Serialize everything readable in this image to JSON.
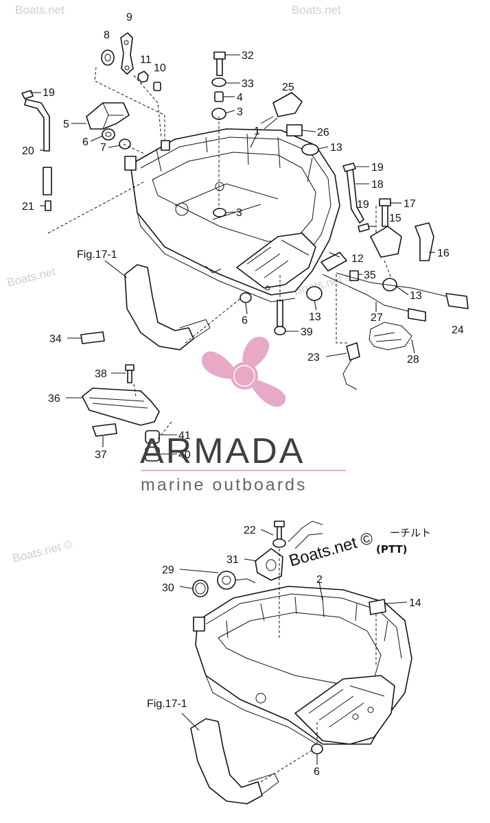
{
  "watermarks": [
    "Boats.net",
    "Boats.net",
    "Boats.net",
    "Boats.net ©",
    "Boats.net ©"
  ],
  "logo": {
    "name": "ARMADA",
    "tagline": "marine outboards",
    "accent_color": "#e7a9c6"
  },
  "stamp": "Boats.net ©",
  "figure_refs": [
    "Fig.17-1",
    "Fig.17-1"
  ],
  "notes": {
    "tilt_jp": "ーチルト",
    "ptt": "(PTT)"
  },
  "callouts": {
    "c1": "1",
    "c2": "2",
    "c3a": "3",
    "c3b": "3",
    "c4": "4",
    "c5": "5",
    "c6a": "6",
    "c6b": "6",
    "c6c": "6",
    "c7": "7",
    "c8": "8",
    "c9": "9",
    "c10": "10",
    "c11": "11",
    "c12": "12",
    "c13a": "13",
    "c13b": "13",
    "c13c": "13",
    "c14": "14",
    "c15": "15",
    "c16": "16",
    "c17": "17",
    "c18": "18",
    "c19a": "19",
    "c19b": "19",
    "c19c": "19",
    "c20": "20",
    "c21": "21",
    "c22": "22",
    "c23": "23",
    "c24": "24",
    "c25": "25",
    "c26": "26",
    "c27": "27",
    "c28": "28",
    "c29": "29",
    "c30": "30",
    "c31": "31",
    "c32": "32",
    "c33": "33",
    "c34": "34",
    "c35": "35",
    "c36": "36",
    "c37": "37",
    "c38": "38",
    "c39": "39",
    "c40": "40",
    "c41": "41"
  }
}
